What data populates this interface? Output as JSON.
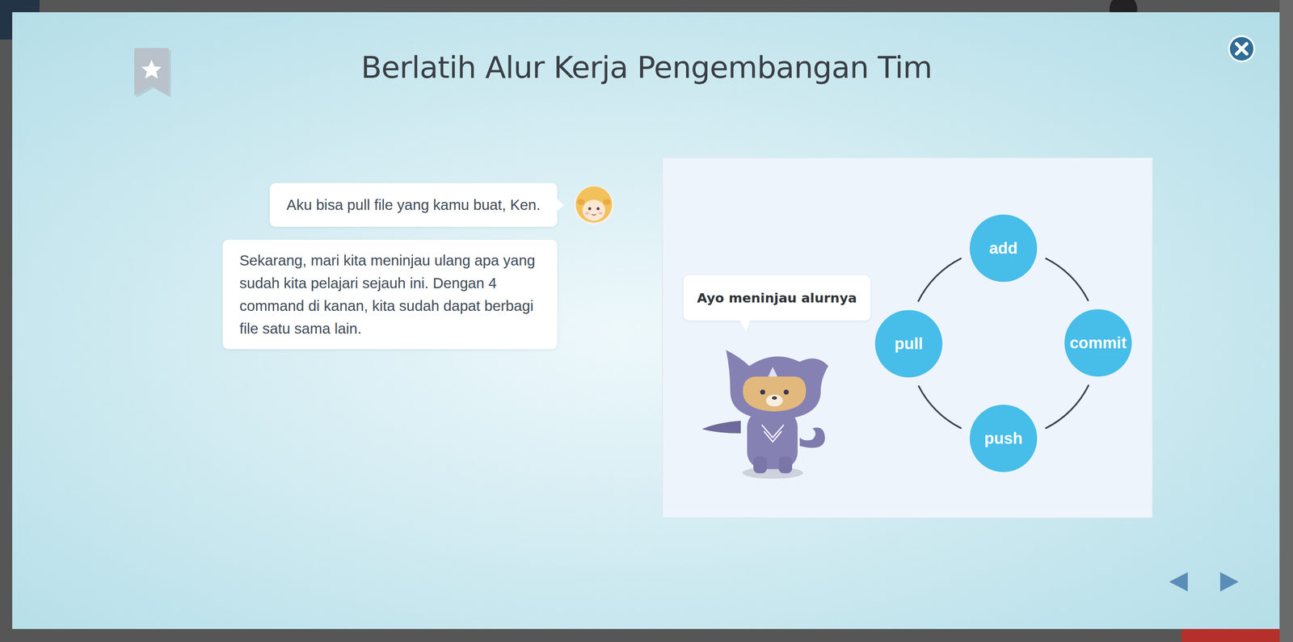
{
  "diagram": {
    "title": "Berlatih Alur Kerja Pengembangan Tim",
    "nodes": [
      {
        "text": [
          "Aku bisa pull file yang kamu buat, Ken."
        ]
      },
      {
        "text": [
          "Sekarang, mari kita meninjau ulang apa yang sudah kita pelajari sejauh ini. Dengan 4 command di kanan, kita sudah dapat berbagi file satu sama lain."
        ]
      },
      {
        "text": [
          "Ayo meninjau alurnya"
        ]
      },
      {
        "text": [
          "add"
        ]
      },
      {
        "text": [
          "commit"
        ]
      },
      {
        "text": [
          "push"
        ]
      },
      {
        "text": [
          "pull"
        ]
      }
    ],
    "edges": [
      {
        "from": 3,
        "to": 4,
        "arrow": "none"
      },
      {
        "from": 4,
        "to": 5,
        "arrow": "none"
      },
      {
        "from": 5,
        "to": 6,
        "arrow": "none"
      },
      {
        "from": 6,
        "to": 3,
        "arrow": "none"
      }
    ]
  }
}
